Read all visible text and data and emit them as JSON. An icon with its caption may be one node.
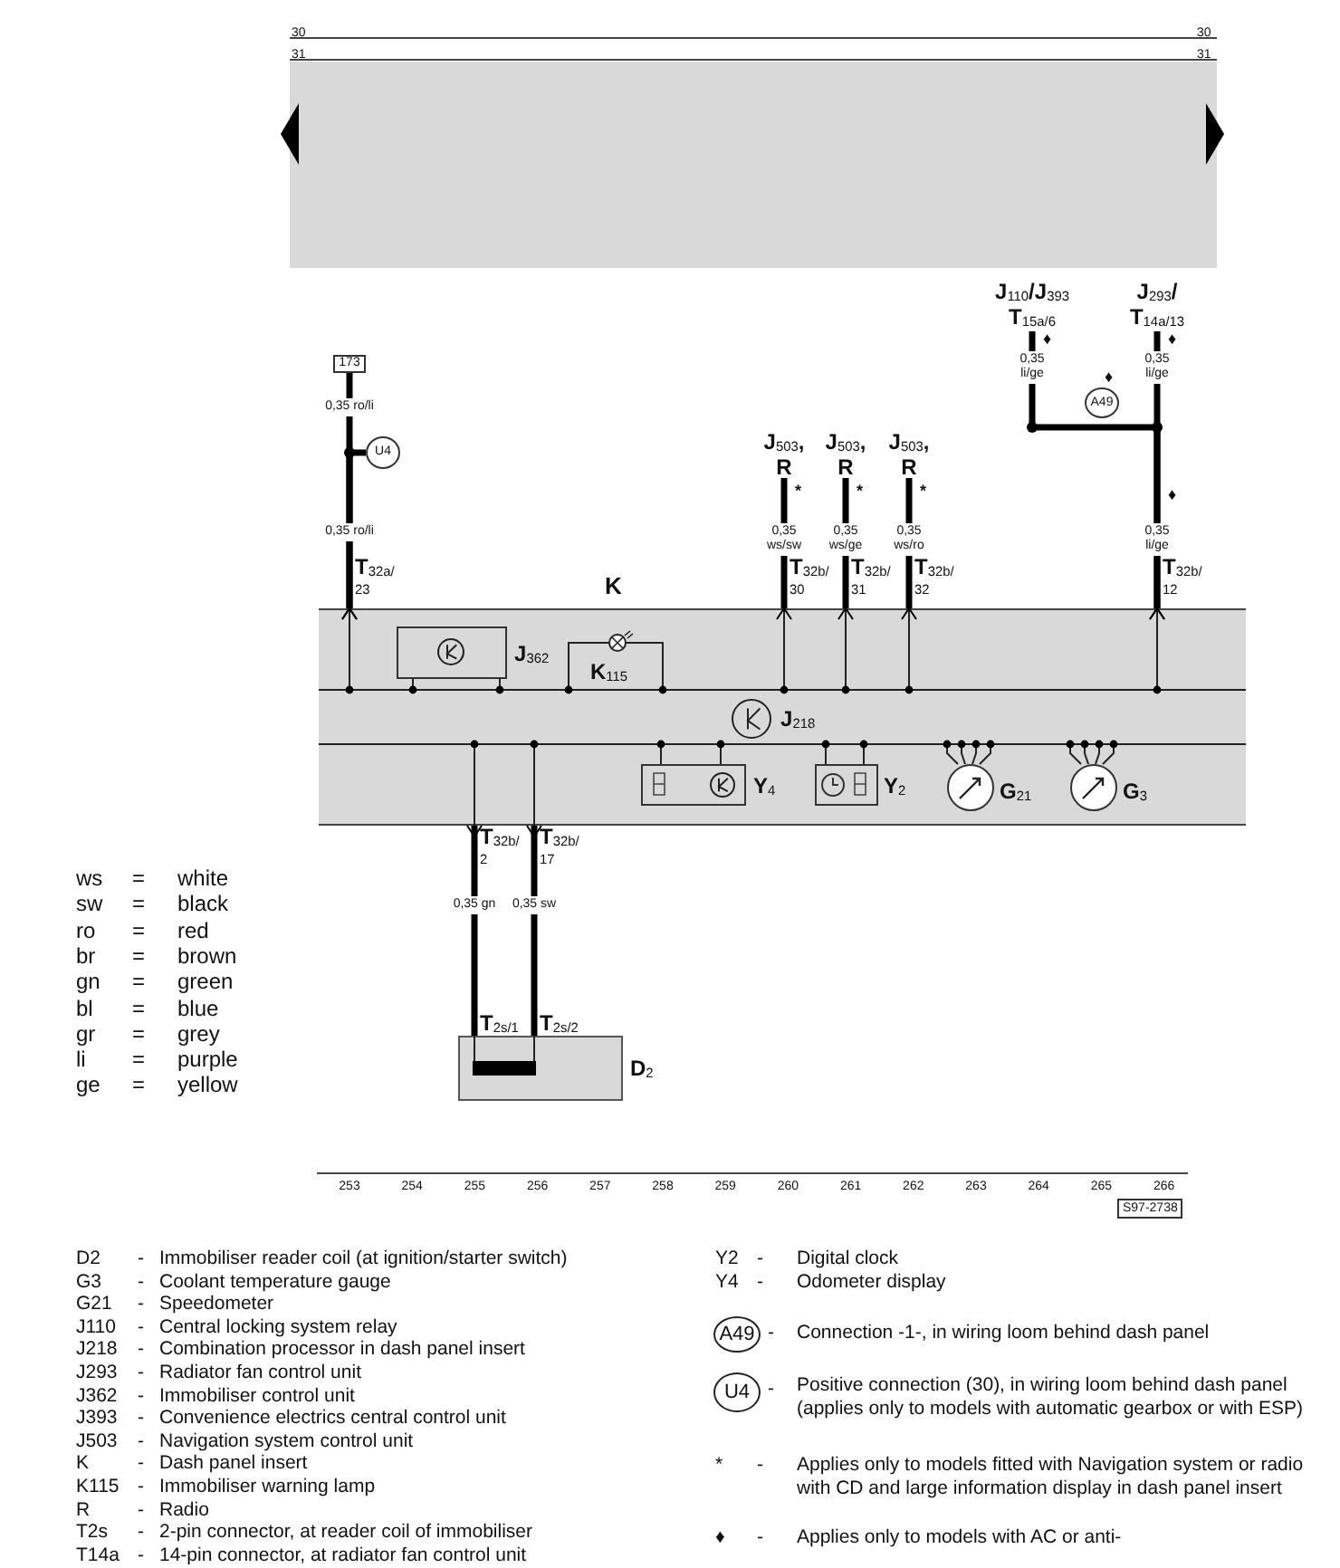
{
  "diagram": {
    "nodes": [
      {
        "text": [
          "J$_{110}$/J$_{393}$ T$_{15a/6}$"
        ]
      },
      {
        "text": [
          "J$_{293}$/ T$_{14a/13}$"
        ]
      },
      {
        "text": [
          "173"
        ]
      },
      {
        "text": [
          "A49"
        ],
        "beside": [
          "♦"
        ]
      },
      {
        "text": [
          "U4"
        ]
      },
      {
        "text": [
          "J$_{503}$, R"
        ]
      },
      {
        "text": [
          "J$_{503}$, R"
        ]
      },
      {
        "text": [
          "J$_{503}$, R"
        ]
      },
      {
        "text": [
          "K"
        ]
      },
      {
        "text": [
          "J$_{362}$"
        ],
        "in": 8
      },
      {
        "text": [
          "K$_{115}$"
        ],
        "in": 8
      },
      {
        "text": [
          "J$_{218}$"
        ],
        "in": 8
      },
      {
        "text": [
          "Y$_{4}$"
        ],
        "in": 8
      },
      {
        "text": [
          "Y$_{2}$"
        ],
        "in": 8
      },
      {
        "text": [
          "G$_{21}$"
        ],
        "in": 8
      },
      {
        "text": [
          "G$_{3}$"
        ],
        "in": 8
      },
      {
        "text": [
          "D$_{2}$"
        ]
      },
      {
        "text": [
          "A49"
        ],
        "beside": [
          "-",
          "Connection -1-, in wiring loom behind dash panel"
        ]
      },
      {
        "text": [
          "U4"
        ],
        "beside": [
          "-",
          "Positive connection (30), in wiring loom behind dash panel (applies only to models with automatic gearbox or with ESP)"
        ]
      }
    ],
    "edges": [
      {
        "from": 2,
        "to": 8,
        "arrow": "other"
      },
      {
        "from": 4,
        "to": 8,
        "arrow": "other"
      },
      {
        "from": 5,
        "to": 8,
        "arrow": "other"
      },
      {
        "from": 6,
        "to": 8,
        "arrow": "other"
      },
      {
        "from": 7,
        "to": 8,
        "arrow": "other"
      },
      {
        "from": 0,
        "to": 8,
        "arrow": "other"
      },
      {
        "from": 1,
        "to": 8,
        "arrow": "other"
      },
      {
        "from": 8,
        "to": 16,
        "arrow": "other"
      },
      {
        "from": 8,
        "to": 16,
        "arrow": "other"
      }
    ],
    "labels": [
      "30",
      "30",
      "31",
      "31",
      "♦",
      "♦",
      "0,35 li/ge",
      "0,35 li/ge",
      "0,35 ro/li",
      "*",
      "*",
      "*",
      "♦",
      "0,35 ro/li",
      "0,35 ws/sw",
      "0,35 ws/ge",
      "0,35 ws/ro",
      "0,35 li/ge",
      "T$_{32a/}$ $_{23}$",
      "T$_{32b/}$ $_{30}$",
      "T$_{32b/}$ $_{31}$",
      "T$_{32b/}$ $_{32}$",
      "T$_{32b/}$ $_{12}$",
      "T$_{32b/}$ $_{2}$",
      "T$_{32b/}$ $_{17}$",
      "0,35 gn",
      "0,35 sw",
      "T$_{2s/1}$",
      "T$_{2s/2}$",
      "ws",
      "=",
      "white",
      "sw",
      "=",
      "black",
      "ro",
      "=",
      "red",
      "br",
      "=",
      "brown",
      "gn",
      "=",
      "green",
      "bl",
      "=",
      "blue",
      "gr",
      "=",
      "grey",
      "li",
      "=",
      "purple",
      "ge",
      "=",
      "yellow",
      "253",
      "254",
      "255",
      "256",
      "257",
      "258",
      "259",
      "260",
      "261",
      "262",
      "263",
      "264",
      "265",
      "266",
      "S97-2738",
      "D2",
      "-",
      "Immobiliser reader coil (at ignition/starter switch)",
      "G3",
      "-",
      "Coolant temperature gauge",
      "G21",
      "-",
      "Speedometer",
      "J110",
      "-",
      "Central locking system relay",
      "J218",
      "-",
      "Combination processor in dash panel insert",
      "J293",
      "-",
      "Radiator fan control unit",
      "J362",
      "-",
      "Immobiliser control unit",
      "J393",
      "-",
      "Convenience electrics central control unit",
      "J503",
      "-",
      "Navigation system control unit",
      "K",
      "-",
      "Dash panel insert",
      "K115",
      "-",
      "Immobiliser warning lamp",
      "R",
      "-",
      "Radio",
      "T2s",
      "-",
      "2-pin connector, at reader coil of immobiliser",
      "T14a",
      "-",
      "14-pin connector, at radiator fan control unit",
      "Y2",
      "-",
      "Digital clock",
      "Y4",
      "-",
      "Odometer display",
      "*",
      "-",
      "Applies only to models fitted with Navigation system or radio with CD and large information display in dash panel insert",
      "♦",
      "-",
      "Applies only to models with AC or anti-"
    ]
  }
}
